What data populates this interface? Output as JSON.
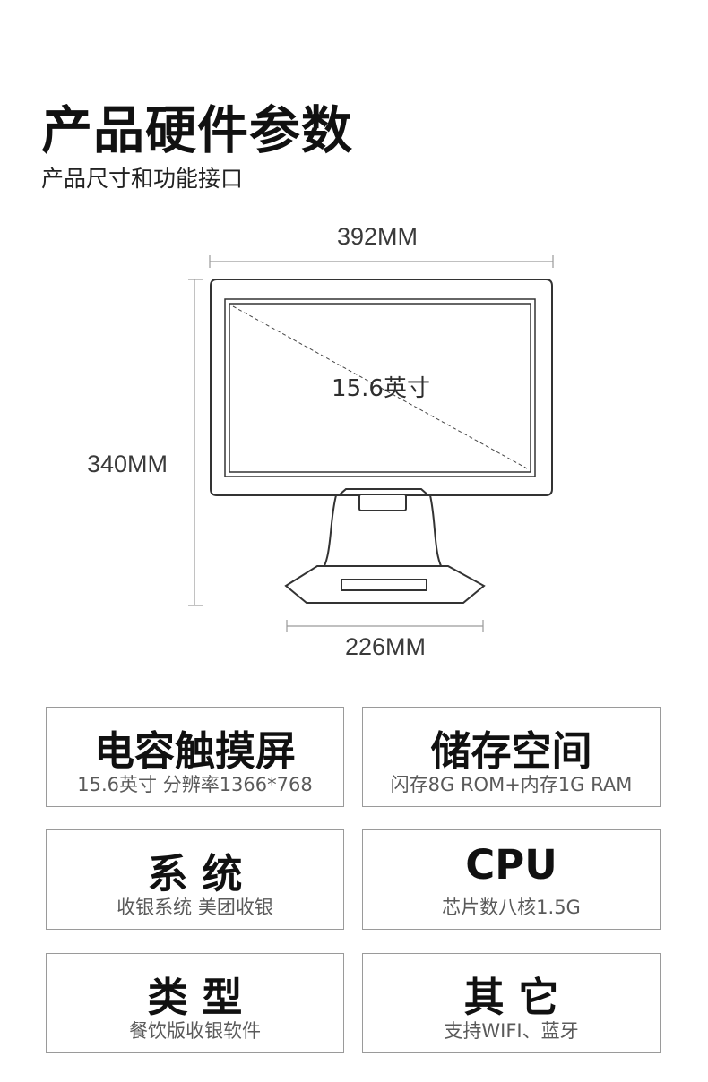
{
  "header": {
    "title": "产品硬件参数",
    "subtitle": "产品尺寸和功能接口"
  },
  "dimensions": {
    "width_label": "392MM",
    "height_label": "340MM",
    "base_label": "226MM",
    "screen_label": "15.6英寸"
  },
  "specs": [
    {
      "title": "电容触摸屏",
      "detail": "15.6英寸 分辨率1366*768"
    },
    {
      "title": "储存空间",
      "detail": "闪存8G ROM+内存1G RAM"
    },
    {
      "title": "系 统",
      "detail": "收银系统  美团收银"
    },
    {
      "title": "CPU",
      "detail": "芯片数八核1.5G"
    },
    {
      "title": "类  型",
      "detail": "餐饮版收银软件"
    },
    {
      "title": "其 它",
      "detail": "支持WIFI、蓝牙"
    }
  ]
}
